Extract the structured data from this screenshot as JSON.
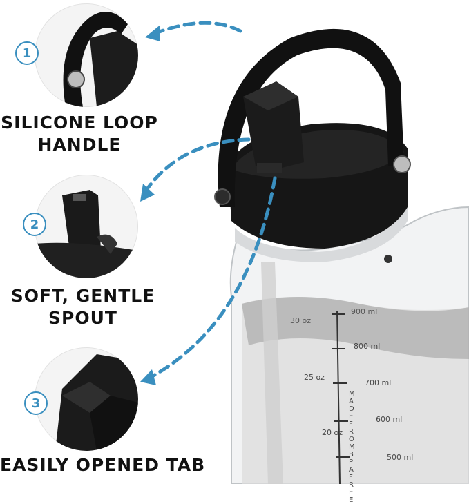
{
  "features": [
    {
      "number": "1",
      "line1": "SILICONE LOOP",
      "line2": "HANDLE"
    },
    {
      "number": "2",
      "line1": "SOFT, GENTLE",
      "line2": "SPOUT"
    },
    {
      "number": "3",
      "line1": "EASILY OPENED TAB",
      "line2": ""
    }
  ],
  "bottle": {
    "oz_marks": [
      "30 oz",
      "25 oz",
      "20 oz"
    ],
    "ml_marks": [
      "900 ml",
      "800 ml",
      "700 ml",
      "600 ml",
      "500 ml"
    ],
    "tube_text": "MADE FROM BPA FREE"
  },
  "colors": {
    "accent": "#3a8fbf",
    "lid": "#161616",
    "text": "#111111"
  },
  "icons": [
    "handle-closeup",
    "spout-closeup",
    "tab-closeup",
    "dashed-arrow"
  ]
}
